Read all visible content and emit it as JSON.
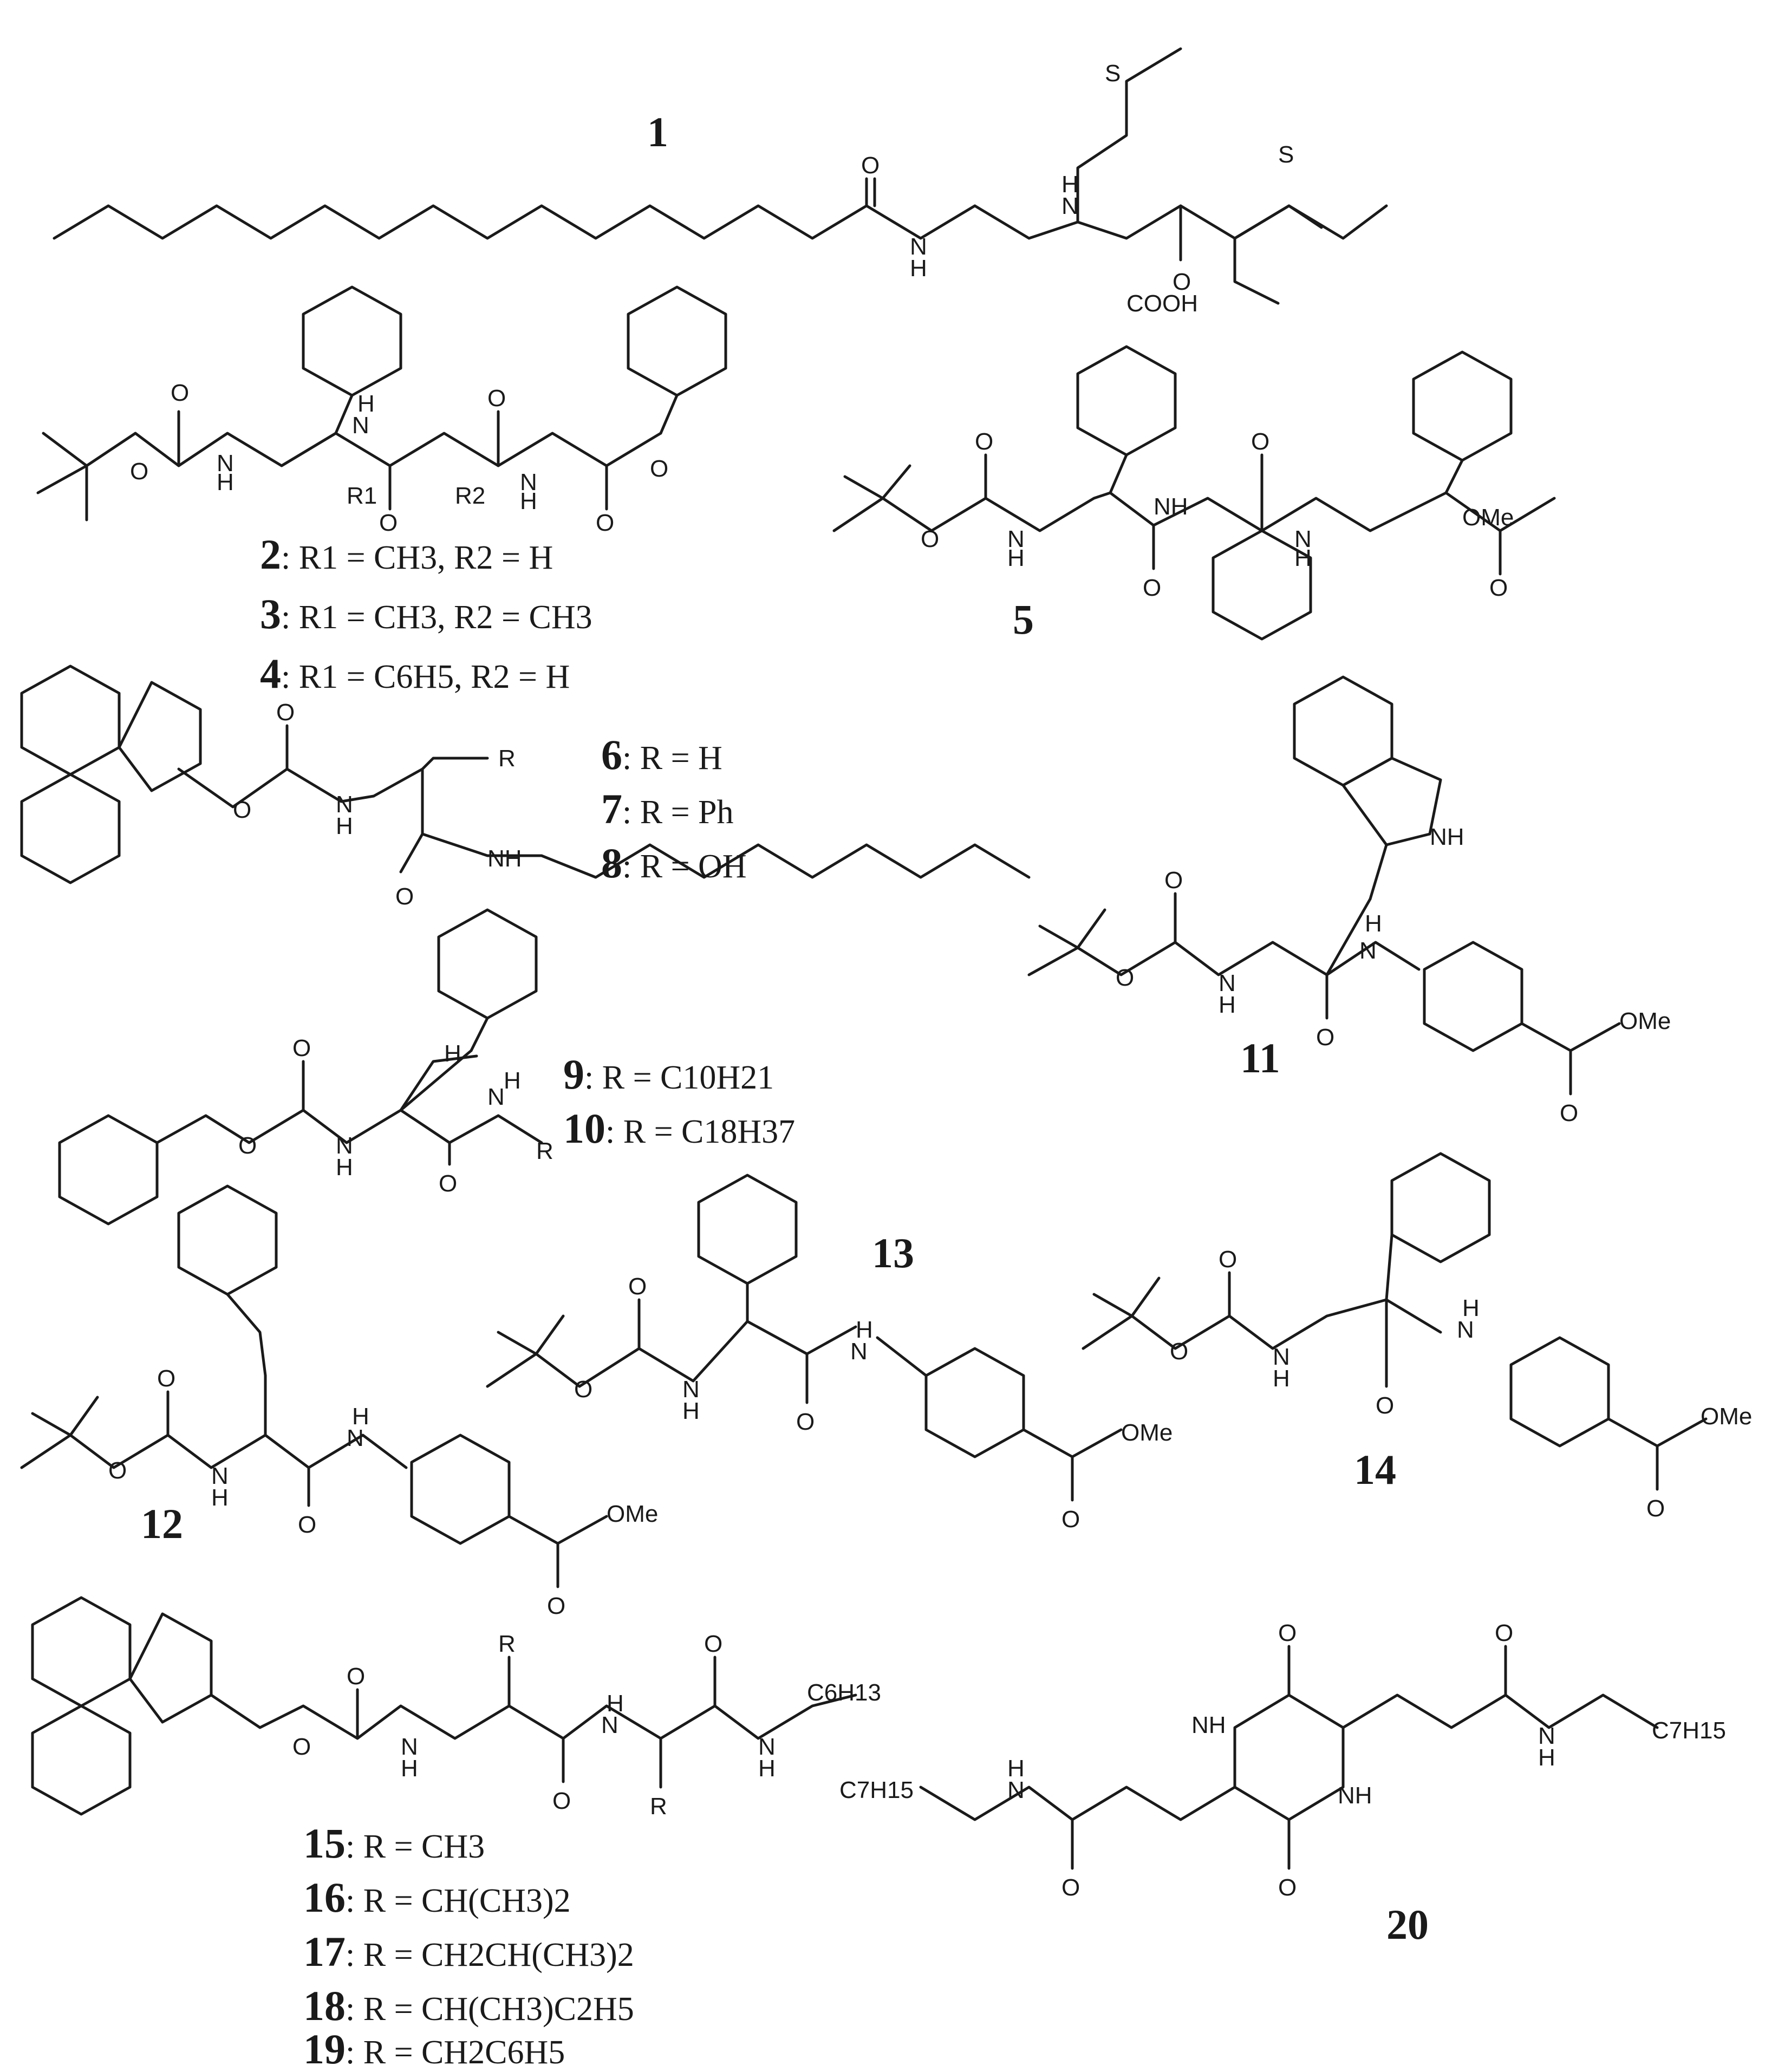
{
  "compounds": {
    "c1": {
      "number": "1"
    },
    "c2": {
      "number": "2",
      "caption": ": R1 = CH3, R2 = H"
    },
    "c3": {
      "number": "3",
      "caption": ": R1 = CH3, R2 = CH3"
    },
    "c4": {
      "number": "4",
      "caption": ": R1 = C6H5, R2 = H"
    },
    "c5": {
      "number": "5"
    },
    "c6": {
      "number": "6",
      "caption": ": R = H"
    },
    "c7": {
      "number": "7",
      "caption": ": R = Ph"
    },
    "c8": {
      "number": "8",
      "caption": ": R = OH"
    },
    "c9": {
      "number": "9",
      "caption": ": R = C10H21"
    },
    "c10": {
      "number": "10",
      "caption": ": R = C18H37"
    },
    "c11": {
      "number": "11"
    },
    "c12": {
      "number": "12"
    },
    "c13": {
      "number": "13"
    },
    "c14": {
      "number": "14"
    },
    "c15": {
      "number": "15",
      "caption": ": R = CH3"
    },
    "c16": {
      "number": "16",
      "caption": ": R = CH(CH3)2"
    },
    "c17": {
      "number": "17",
      "caption": ": R = CH2CH(CH3)2"
    },
    "c18": {
      "number": "18",
      "caption": ": R = CH(CH3)C2H5"
    },
    "c19": {
      "number": "19",
      "caption": ": R = CH2C6H5"
    },
    "c20": {
      "number": "20"
    }
  },
  "atoms": {
    "S": "S",
    "O": "O",
    "H": "H",
    "N": "N",
    "NH": "NH",
    "HN": "HN",
    "COOH": "COOH",
    "OMe": "OMe",
    "R": "R",
    "R1": "R1",
    "R2": "R2",
    "C6H13": "C6H13",
    "C7H15": "C7H15"
  }
}
